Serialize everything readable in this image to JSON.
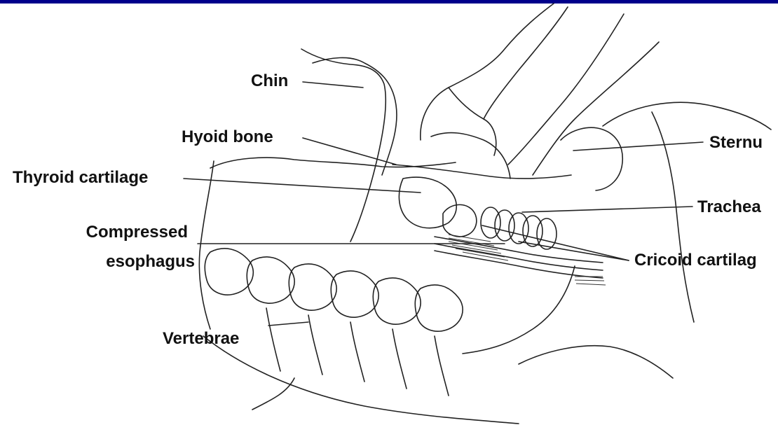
{
  "diagram": {
    "labels": {
      "chin": "Chin",
      "hyoid_bone": "Hyoid bone",
      "thyroid_cartilage": "Thyroid cartilage",
      "compressed_line1": "Compressed",
      "compressed_line2": "esophagus",
      "vertebrae": "Vertebrae",
      "sternum": "Sternu",
      "trachea": "Trachea",
      "cricoid_cartilage": "Cricoid cartilag"
    }
  },
  "colors": {
    "frame_accent": "#00008b",
    "line": "#222222",
    "text": "#111111",
    "background": "#ffffff"
  }
}
